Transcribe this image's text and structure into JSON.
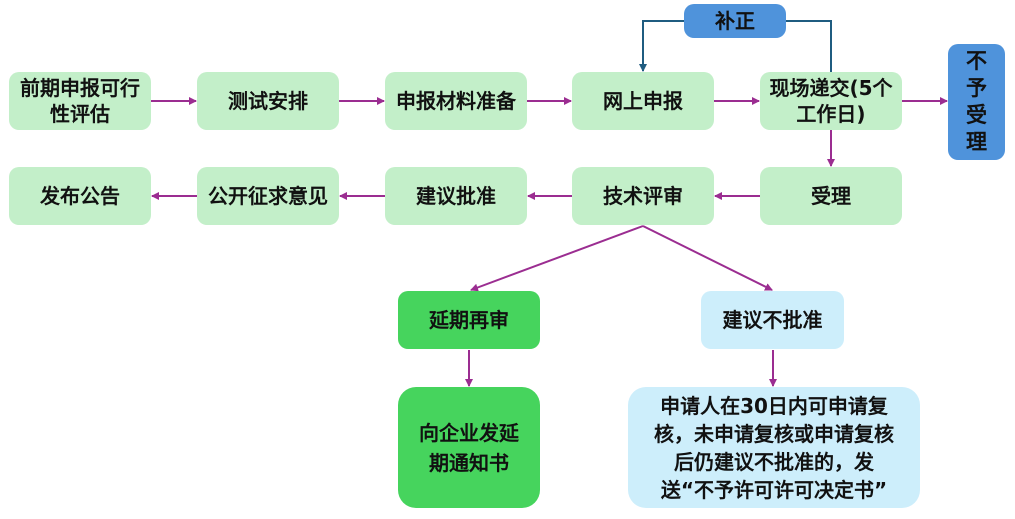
{
  "colors": {
    "process_fill": "#c3efc9",
    "correction_fill": "#4f93db",
    "postpone_fill": "#46d45d",
    "reject_fill": "#cdeefb",
    "arrow_main": "#9b2d91",
    "arrow_correction": "#1f5c80"
  },
  "nodes": {
    "feasibility": "前期申报可行性评估",
    "test_arrangement": "测试安排",
    "material_prep": "申报材料准备",
    "online_apply": "网上申报",
    "onsite_submit": "现场递交(5个工作日)",
    "not_accepted": [
      "不",
      "予",
      "受",
      "理"
    ],
    "correction": "补正",
    "accepted": "受理",
    "tech_review": "技术评审",
    "suggest_approve": "建议批准",
    "public_comment": "公开征求意见",
    "publish_notice": "发布公告",
    "postpone_review": "延期再审",
    "postpone_notice": "向企业发延期通知书",
    "suggest_reject": "建议不批准",
    "reject_detail": "申请人在30日内可申请复核，未申请复核或申请复核后仍建议不批准的，发送“不予许可许可决定书”"
  }
}
